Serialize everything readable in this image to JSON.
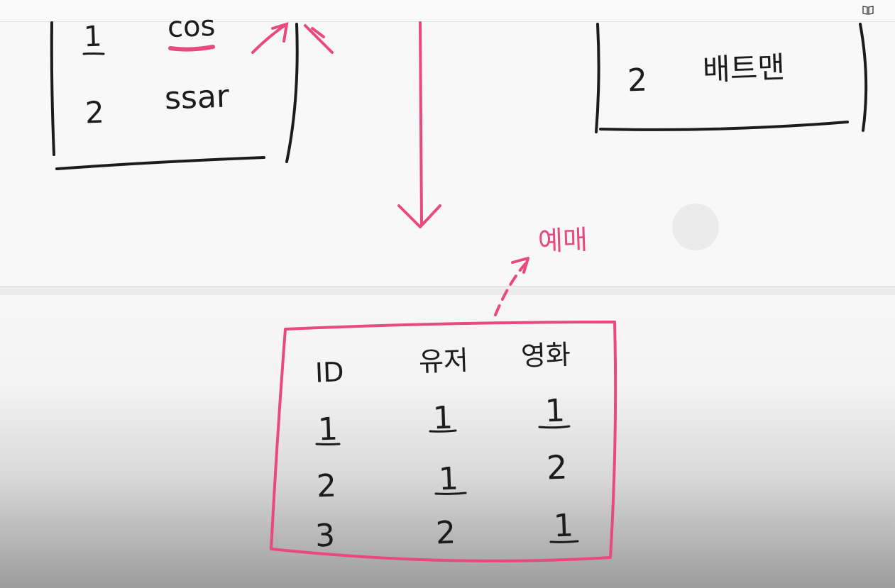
{
  "colors": {
    "ink": "#1c1c1c",
    "accent": "#e8497e",
    "background": "#f7f7f7"
  },
  "toolbar": {
    "icon": "book-icon"
  },
  "users_table": {
    "rows": [
      {
        "id": "1",
        "name": "cos"
      },
      {
        "id": "2",
        "name": "ssar"
      }
    ]
  },
  "movies_table": {
    "rows": [
      {
        "id": "2",
        "title": "배트맨"
      }
    ]
  },
  "reservation_annotation": "예매",
  "reservation_table": {
    "headers": [
      "ID",
      "유저",
      "영화"
    ],
    "rows": [
      [
        "1",
        "1",
        "1"
      ],
      [
        "2",
        "1",
        "2"
      ],
      [
        "3",
        "2",
        "1"
      ]
    ]
  }
}
